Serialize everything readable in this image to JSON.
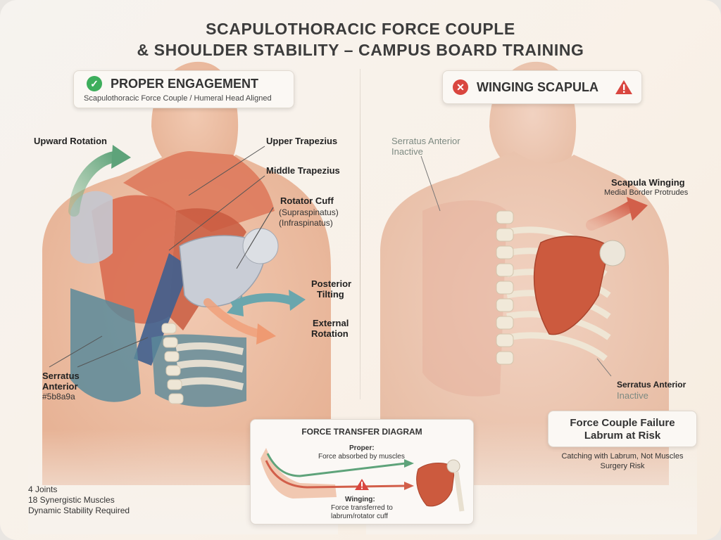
{
  "title": {
    "line1": "SCAPULOTHORACIC FORCE COUPLE",
    "line2": "& SHOULDER STABILITY – CAMPUS BOARD TRAINING"
  },
  "colors": {
    "upper_trapezius": "#de7a5c",
    "middle_trapezius": "#d96a4e",
    "serratus_anterior": "#5b8a9a",
    "latissimus": "#3f5f8e",
    "bone": "#e9e2d3",
    "proper_arrow": "#5ea37a",
    "winging_arrow": "#d25f4a",
    "check": "#3dae5c",
    "cross": "#d9463f",
    "warning": "#d9463f"
  },
  "left_panel": {
    "badge": {
      "title": "PROPER ENGAGEMENT",
      "subtitle": "Scapulothoracic Force Couple / Humeral Head Aligned",
      "icon": "check-circle-icon"
    },
    "labels": {
      "upward_rotation": "Upward Rotation",
      "upper_trapezius": "Upper Trapezius",
      "middle_trapezius": "Middle Trapezius",
      "rotator_cuff": "Rotator Cuff",
      "supraspinatus": "(Supraspinatus)",
      "infraspinatus": "(Infraspinatus)",
      "posterior_tilting_1": "Posterior",
      "posterior_tilting_2": "Tilting",
      "external_rotation_1": "External",
      "external_rotation_2": "Rotation",
      "serratus_1": "Serratus",
      "serratus_2": "Anterior",
      "serratus_3": "#5b8a9a"
    },
    "stats": [
      "4 Joints",
      "18 Synergistic Muscles",
      "Dynamic Stability Required"
    ]
  },
  "right_panel": {
    "badge": {
      "title": "WINGING SCAPULA",
      "icon": "cross-circle-icon",
      "warning_icon": "warning-triangle-icon"
    },
    "labels": {
      "serratus_inactive_top_1": "Serratus Anterior",
      "serratus_inactive_top_2": "Inactive",
      "scapula_winging": "Scapula Winging",
      "medial_border": "Medial Border Protrudes",
      "serratus_inactive_bottom_1": "Serratus Anterior",
      "serratus_inactive_bottom_2": "Inactive"
    },
    "failure_box": {
      "line1": "Force Couple Failure",
      "line2": "Labrum at Risk"
    },
    "failure_caption": {
      "line1": "Catching with Labrum, Not Muscles",
      "line2": "Surgery Risk"
    }
  },
  "force_transfer": {
    "title": "FORCE TRANSFER DIAGRAM",
    "proper_label": "Proper:",
    "proper_desc": "Force absorbed by muscles",
    "winging_label": "Winging:",
    "winging_desc_1": "Force transferred to",
    "winging_desc_2": "labrum/rotator cuff"
  }
}
